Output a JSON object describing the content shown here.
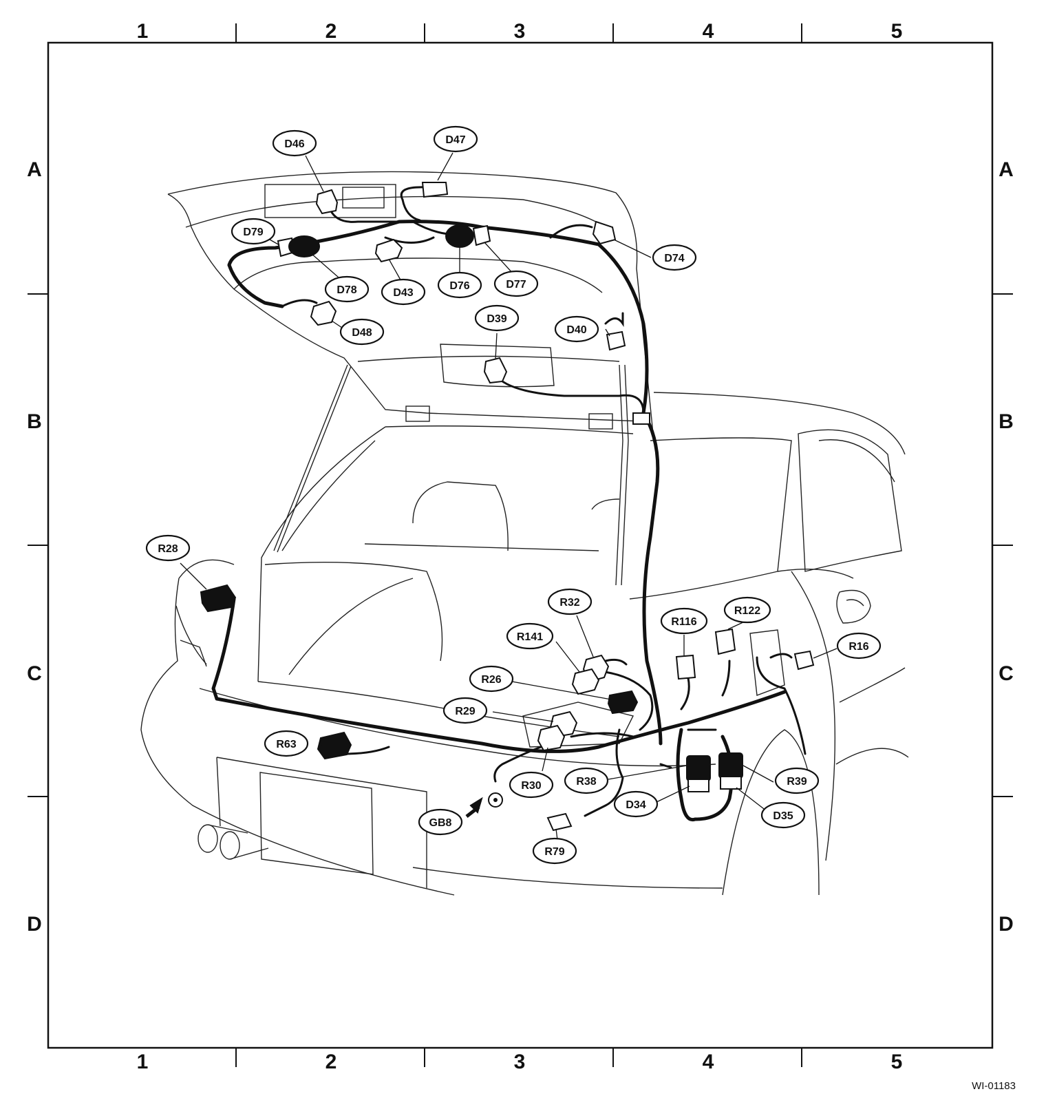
{
  "grid": {
    "columns": [
      "1",
      "2",
      "3",
      "4",
      "5"
    ],
    "rows": [
      "A",
      "B",
      "C",
      "D"
    ]
  },
  "connectors": [
    {
      "id": "D46",
      "fill": "white"
    },
    {
      "id": "D47",
      "fill": "white"
    },
    {
      "id": "D79",
      "fill": "black"
    },
    {
      "id": "D74",
      "fill": "white"
    },
    {
      "id": "D78",
      "fill": "black"
    },
    {
      "id": "D43",
      "fill": "white"
    },
    {
      "id": "D76",
      "fill": "black"
    },
    {
      "id": "D77",
      "fill": "white"
    },
    {
      "id": "D48",
      "fill": "white"
    },
    {
      "id": "D39",
      "fill": "white"
    },
    {
      "id": "D40",
      "fill": "white"
    },
    {
      "id": "R28",
      "fill": "black"
    },
    {
      "id": "R32",
      "fill": "white"
    },
    {
      "id": "R116",
      "fill": "white"
    },
    {
      "id": "R122",
      "fill": "white"
    },
    {
      "id": "R141",
      "fill": "white"
    },
    {
      "id": "R16",
      "fill": "white"
    },
    {
      "id": "R26",
      "fill": "black"
    },
    {
      "id": "R29",
      "fill": "white"
    },
    {
      "id": "R63",
      "fill": "black"
    },
    {
      "id": "R30",
      "fill": "white"
    },
    {
      "id": "R38",
      "fill": "black"
    },
    {
      "id": "R39",
      "fill": "black"
    },
    {
      "id": "D34",
      "fill": "white"
    },
    {
      "id": "D35",
      "fill": "white"
    },
    {
      "id": "GB8",
      "fill": "ground"
    },
    {
      "id": "R79",
      "fill": "white"
    }
  ],
  "figure_code": "WI-01183",
  "colors": {
    "line": "#111111",
    "background": "#ffffff"
  }
}
